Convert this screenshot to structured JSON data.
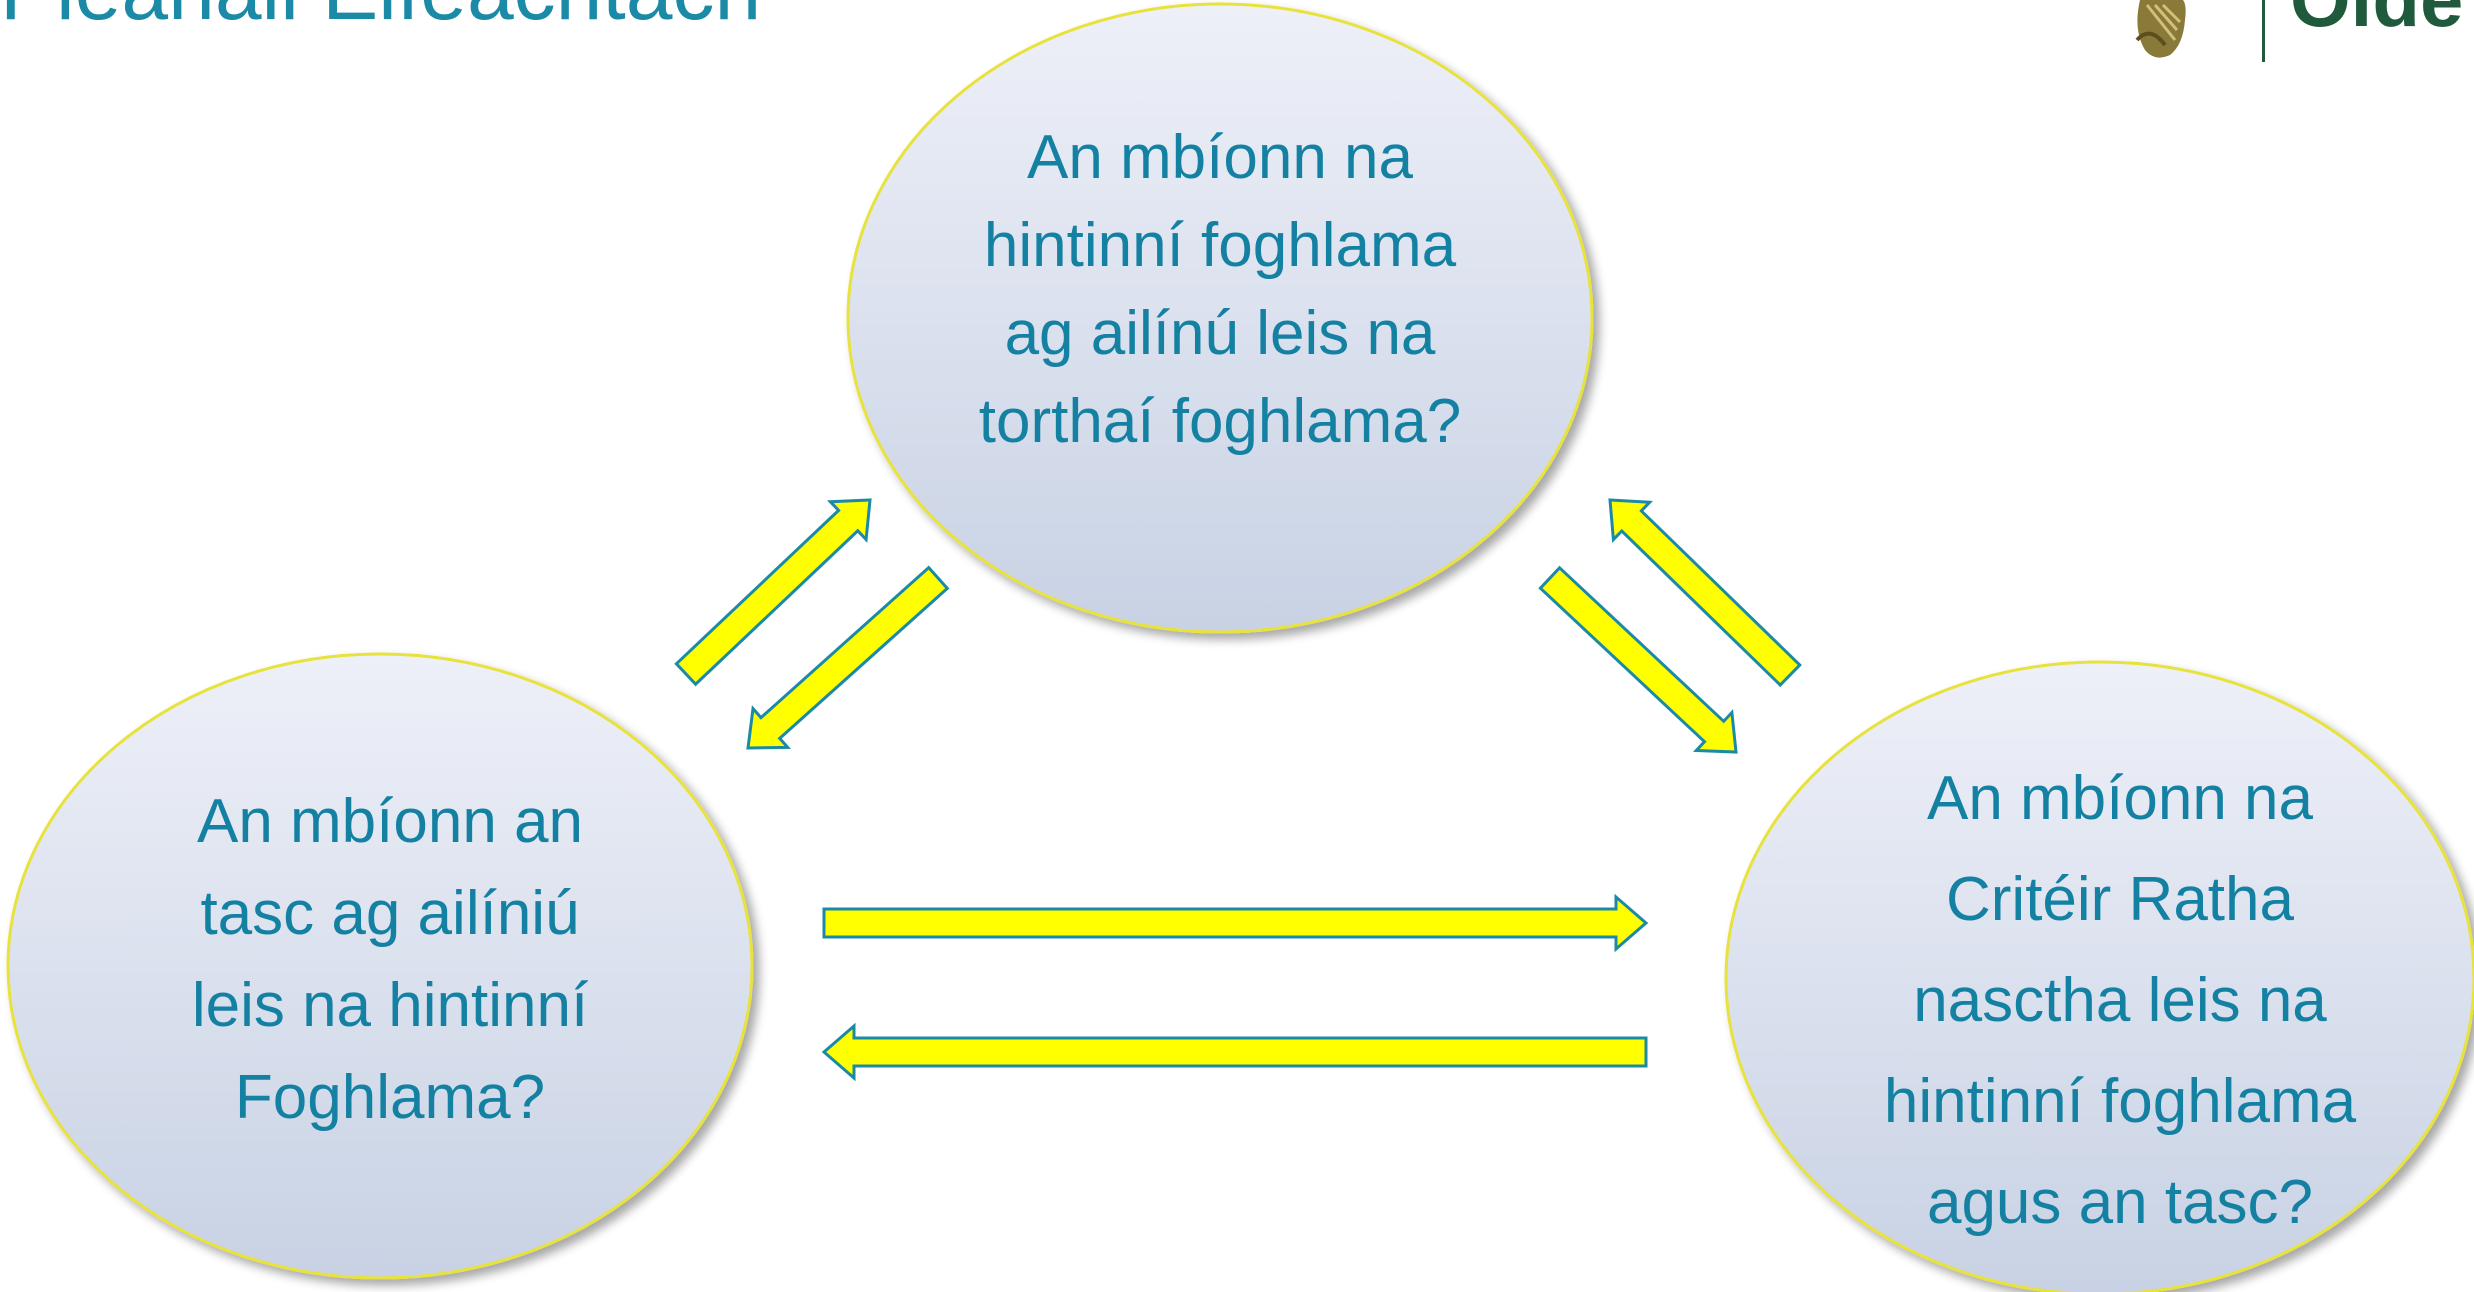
{
  "title": "Pleanáil Éifeachtach",
  "logo": {
    "icon": "harp-icon",
    "text": "Oide"
  },
  "nodes": {
    "top": "An mbíonn na\nhintinní foghlama\nag ailínú leis na\ntorthaí foghlama?",
    "left": "An mbíonn an\ntasc ag ailíniú\nleis na hintinní\nFoghlama?",
    "right": "An mbíonn na\nCritéir Ratha\nnasctha leis na\nhintinní foghlama\nagus an tasc?"
  },
  "colors": {
    "text": "#1481a3",
    "arrow_fill": "#ffff00",
    "arrow_stroke": "#1b8aa6",
    "node_border": "#e8e23c",
    "node_fill_top": "#eef0f8",
    "node_fill_bottom": "#c8d2e4",
    "logo_green": "#1f5a3c"
  }
}
